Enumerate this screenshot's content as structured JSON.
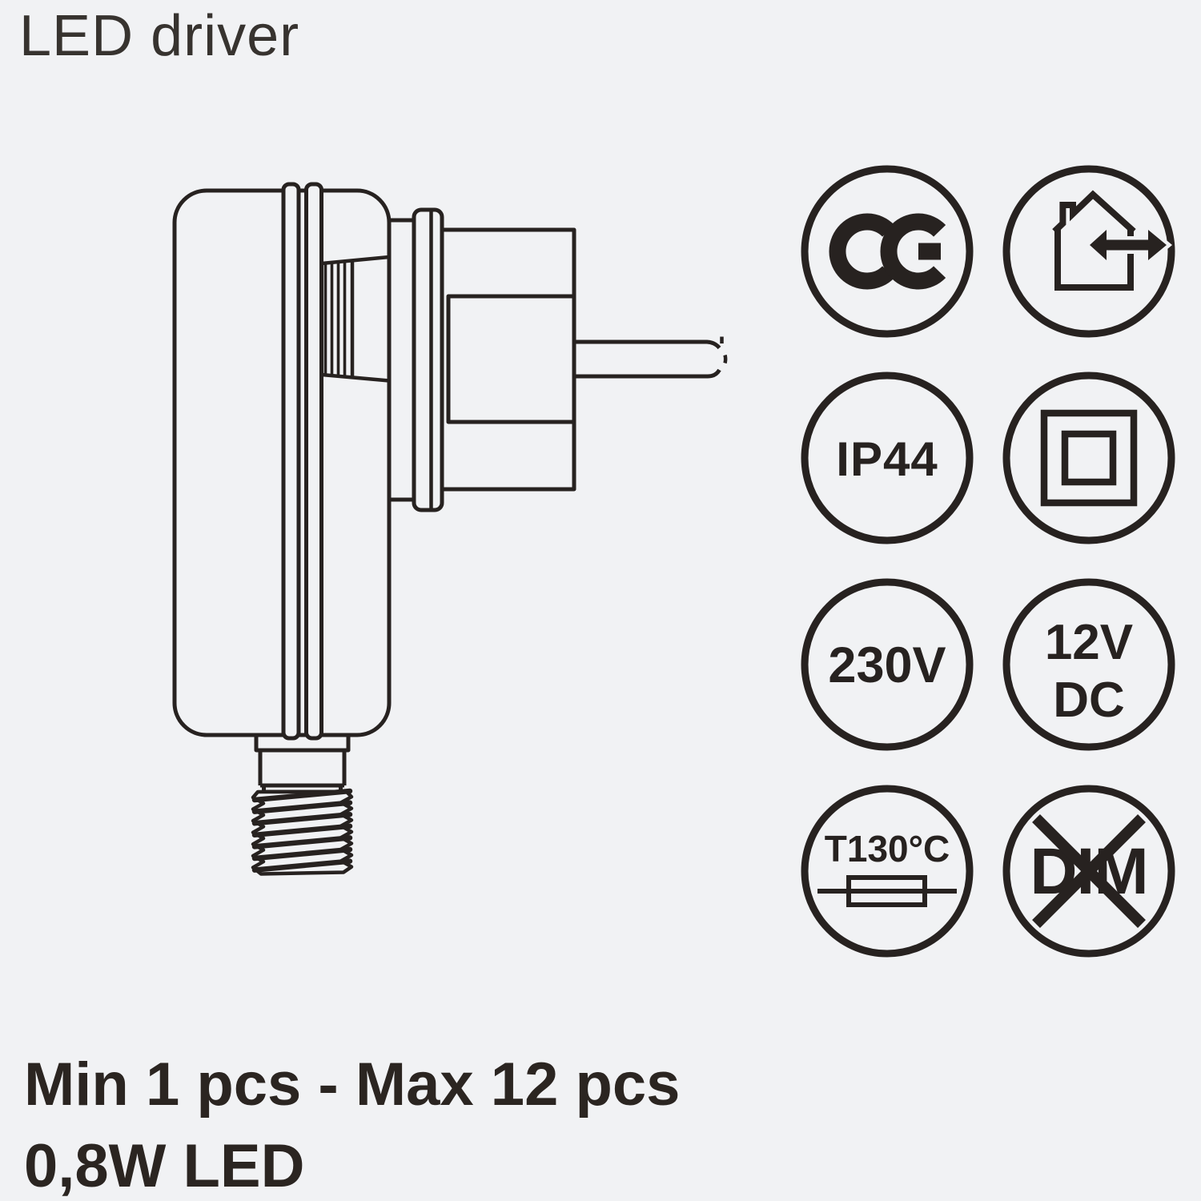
{
  "title": "LED driver",
  "colors": {
    "background": "#f1f2f4",
    "ink": "#272220",
    "title_ink": "#37332f",
    "footer_ink": "#2b2521"
  },
  "illustration": {
    "name": "plug-in LED driver with threaded connector, side view"
  },
  "badges": [
    {
      "id": "ce-mark",
      "label": "CE"
    },
    {
      "id": "indoor-outdoor-use"
    },
    {
      "id": "ip-rating",
      "label": "IP44"
    },
    {
      "id": "protection-class-ii"
    },
    {
      "id": "input-voltage",
      "label": "230V"
    },
    {
      "id": "output-voltage",
      "line1": "12V",
      "line2": "DC"
    },
    {
      "id": "thermal-fuse",
      "label": "T130°C"
    },
    {
      "id": "not-dimmable",
      "label": "DIM"
    }
  ],
  "footer": {
    "line1": "Min 1 pcs - Max 12 pcs",
    "line2": "0,8W LED"
  }
}
